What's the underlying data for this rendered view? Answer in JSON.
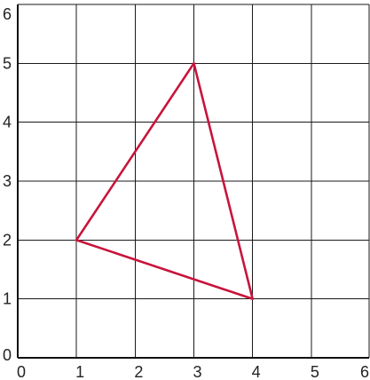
{
  "grid": {
    "x_min": 0,
    "x_max": 6,
    "y_min": 0,
    "y_max": 6,
    "step": 1,
    "show_grid": true,
    "line_color": "#1a1a1a"
  },
  "axes": {
    "x_tick_labels": [
      "0",
      "1",
      "2",
      "3",
      "4",
      "5",
      "6"
    ],
    "y_tick_labels": [
      "0",
      "1",
      "2",
      "3",
      "4",
      "5",
      "6"
    ]
  },
  "triangle": {
    "vertices": [
      {
        "x": 1,
        "y": 2
      },
      {
        "x": 3,
        "y": 5
      },
      {
        "x": 4,
        "y": 1
      }
    ],
    "stroke_color": "#c8143c",
    "filled": false
  }
}
